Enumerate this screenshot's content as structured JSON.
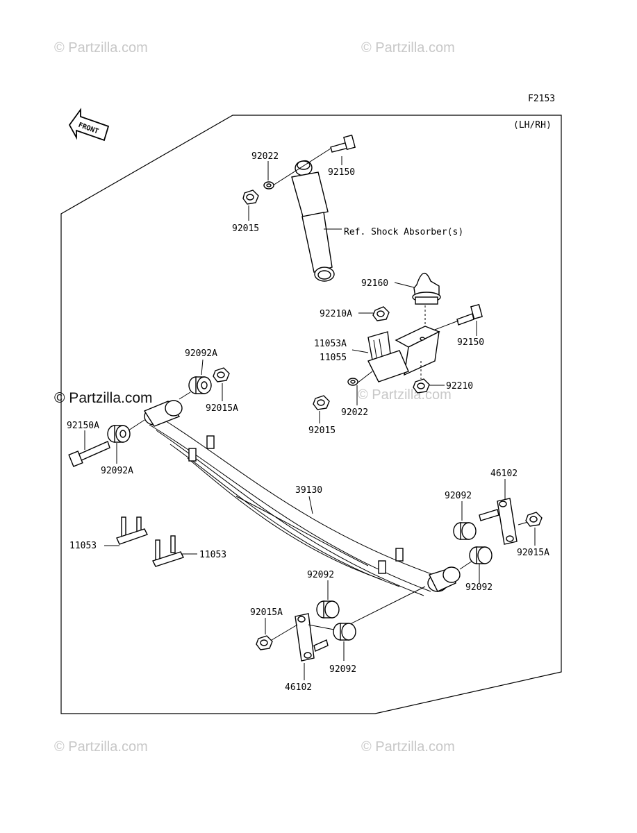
{
  "diagram": {
    "code": "F2153",
    "side": "(LH/RH)",
    "front_arrow": "FRONT",
    "watermarks": [
      "© Partzilla.com",
      "© Partzilla.com",
      "© Partzilla.com",
      "© Partzilla.com",
      "© Partzilla.com",
      "© Partzilla.com"
    ],
    "labels": [
      "92022",
      "92150",
      "92015",
      "Ref. Shock Absorber(s)",
      "92160",
      "92210A",
      "92150",
      "11053A",
      "11055",
      "92210",
      "92022",
      "92015",
      "92092A",
      "92015A",
      "92150A",
      "92092A",
      "39130",
      "46102",
      "92092",
      "92015A",
      "92092",
      "11053",
      "11053",
      "92092",
      "92015A",
      "92092",
      "46102"
    ]
  },
  "colors": {
    "line": "#000000",
    "watermark": "#c8c8c8",
    "background": "#ffffff"
  }
}
